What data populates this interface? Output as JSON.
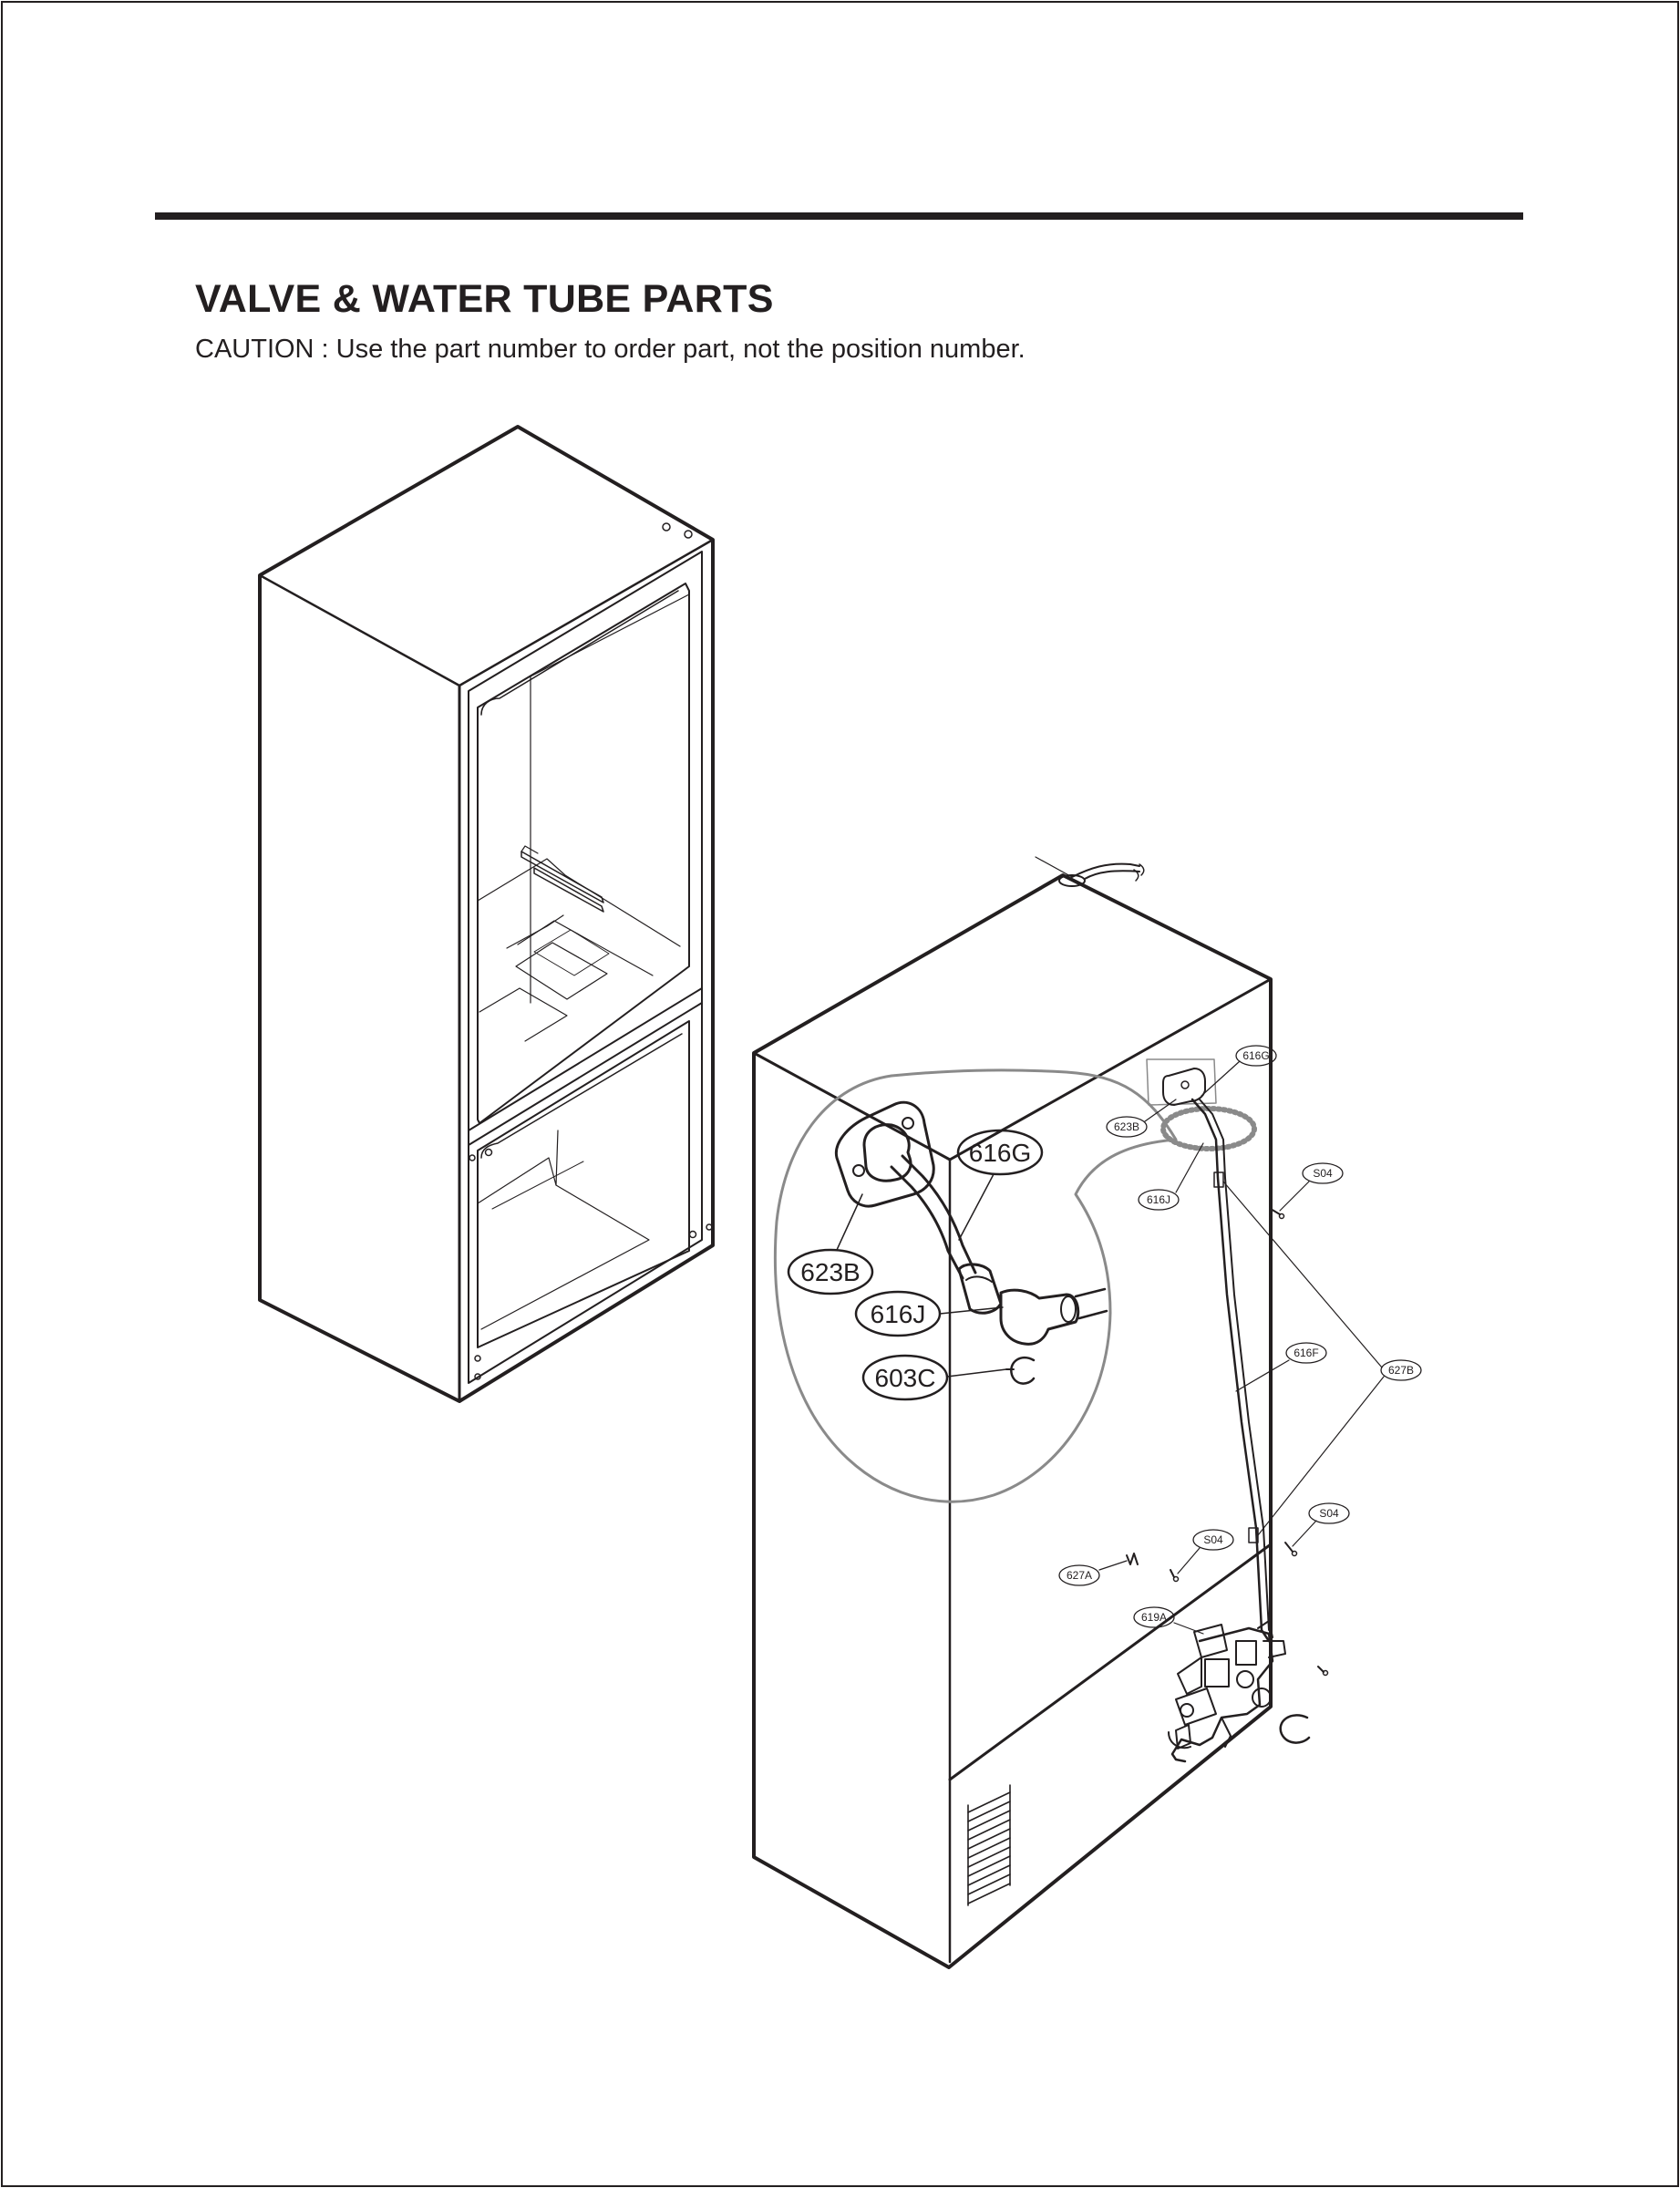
{
  "page": {
    "title": "VALVE & WATER TUBE PARTS",
    "caution": "CAUTION : Use the part number to order part, not the position number."
  },
  "diagram": {
    "detail_callouts": {
      "c616G": "616G",
      "c623B": "623B",
      "c616J": "616J",
      "c603C": "603C"
    },
    "small_callouts": {
      "c616G": "616G",
      "c623B": "623B",
      "c616J": "616J",
      "cS04_top": "S04",
      "c616F": "616F",
      "c627B": "627B",
      "cS04_right": "S04",
      "cS04_mid": "S04",
      "c627A": "627A",
      "c619A": "619A"
    }
  },
  "colors": {
    "ink": "#231f20",
    "gray_outline": "#8a8a8a",
    "background": "#ffffff"
  }
}
